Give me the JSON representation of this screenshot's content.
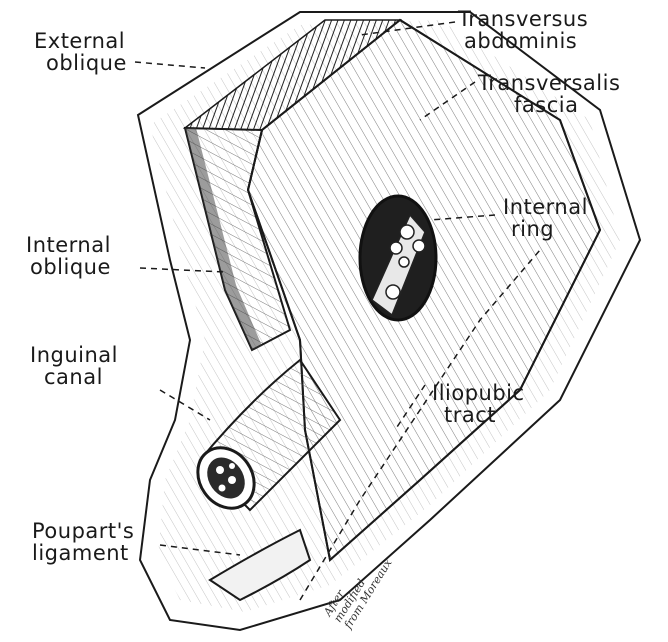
{
  "labels": {
    "external_oblique": [
      "External",
      "oblique"
    ],
    "transversus_abdominis": [
      "Transversus",
      "abdominis"
    ],
    "transversalis_fascia": [
      "Transversalis",
      "fascia"
    ],
    "internal_ring": [
      "Internal",
      "ring"
    ],
    "internal_oblique": [
      "Internal",
      "oblique"
    ],
    "inguinal_canal": [
      "Inguinal",
      "canal"
    ],
    "iliopubic_tract": [
      "Iliopubic",
      "tract"
    ],
    "pouparts_ligament": [
      "Poupart's",
      "ligament"
    ]
  },
  "signature": [
    "After",
    "modified",
    "from Moreaux"
  ],
  "colors": {
    "ink": "#1a1a1a",
    "paper": "#ffffff",
    "cut": "#2b2b2b"
  }
}
